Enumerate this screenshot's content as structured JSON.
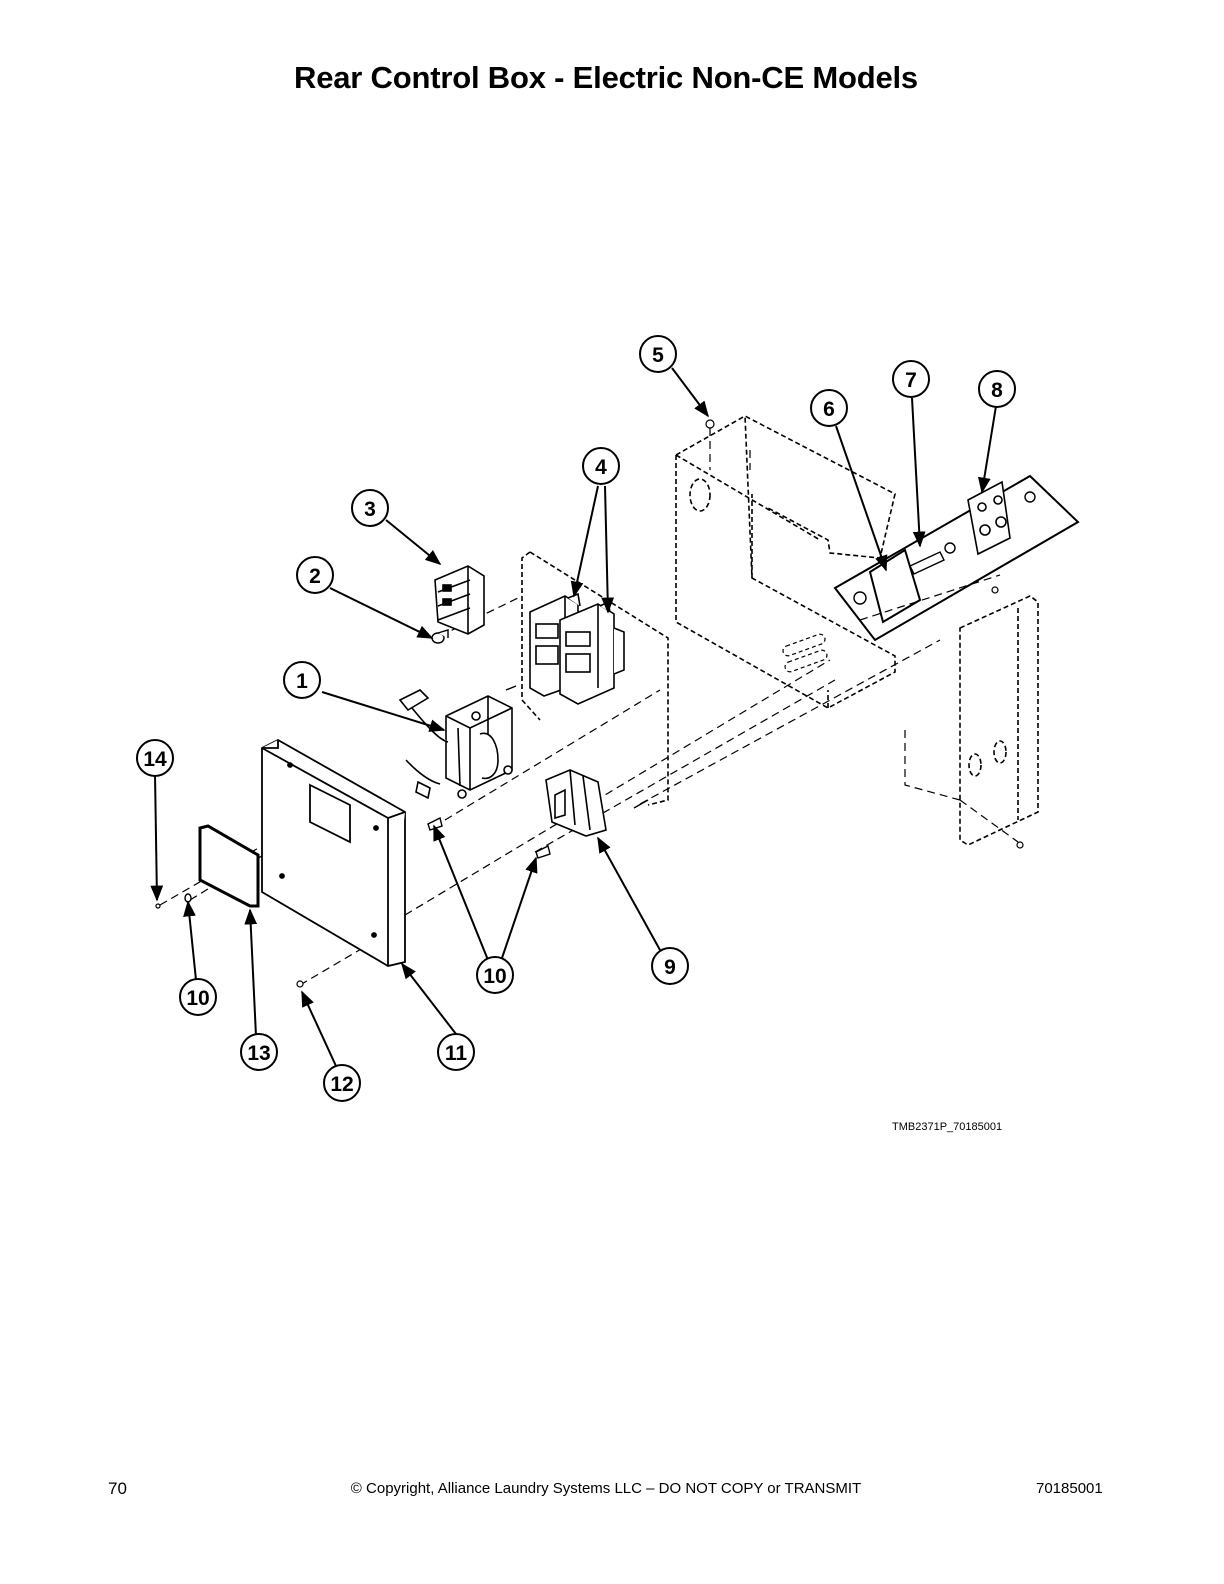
{
  "page": {
    "title": "Rear Control Box - Electric Non-CE Models",
    "drawing_ref": "TMB2371P_70185001",
    "page_number": "70",
    "copyright": "© Copyright, Alliance Laundry Systems LLC – DO NOT COPY or TRANSMIT",
    "document_number": "70185001"
  },
  "callouts": [
    {
      "label": "1"
    },
    {
      "label": "2"
    },
    {
      "label": "3"
    },
    {
      "label": "4"
    },
    {
      "label": "5"
    },
    {
      "label": "6"
    },
    {
      "label": "7"
    },
    {
      "label": "8"
    },
    {
      "label": "9"
    },
    {
      "label": "10"
    },
    {
      "label": "10"
    },
    {
      "label": "11"
    },
    {
      "label": "12"
    },
    {
      "label": "13"
    },
    {
      "label": "14"
    }
  ]
}
